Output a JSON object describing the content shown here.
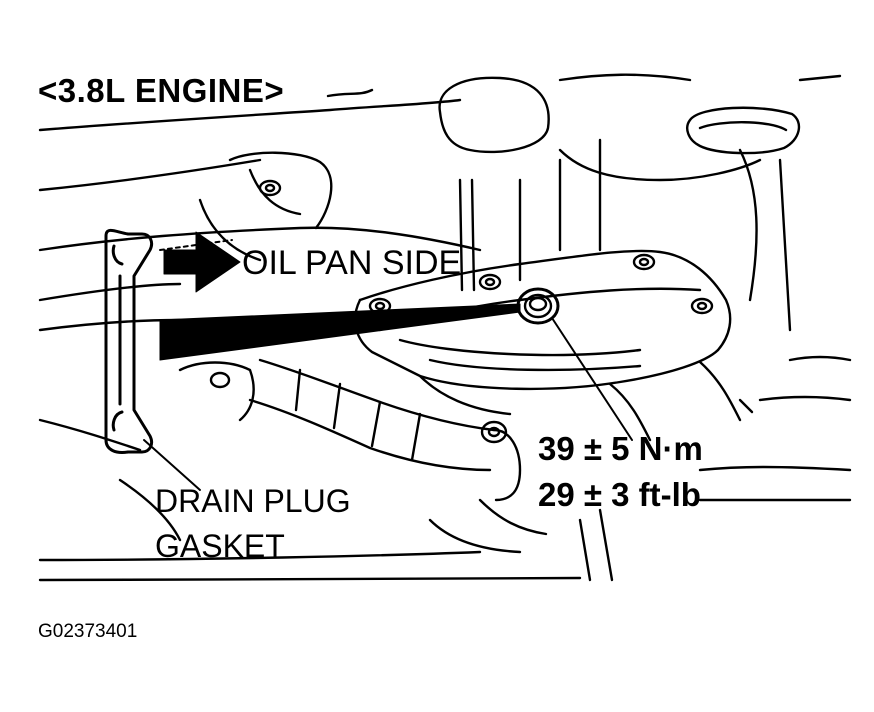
{
  "title": "<3.8L ENGINE>",
  "callouts": {
    "oil_pan_side": "OIL PAN SIDE",
    "torque_nm": "39 ± 5 N·m",
    "torque_ftlb": "29 ± 3 ft-lb",
    "drain_plug_line1": "DRAIN PLUG",
    "drain_plug_line2": "GASKET"
  },
  "figure_code": "G02373401",
  "colors": {
    "ink": "#000000",
    "paper": "#ffffff"
  }
}
